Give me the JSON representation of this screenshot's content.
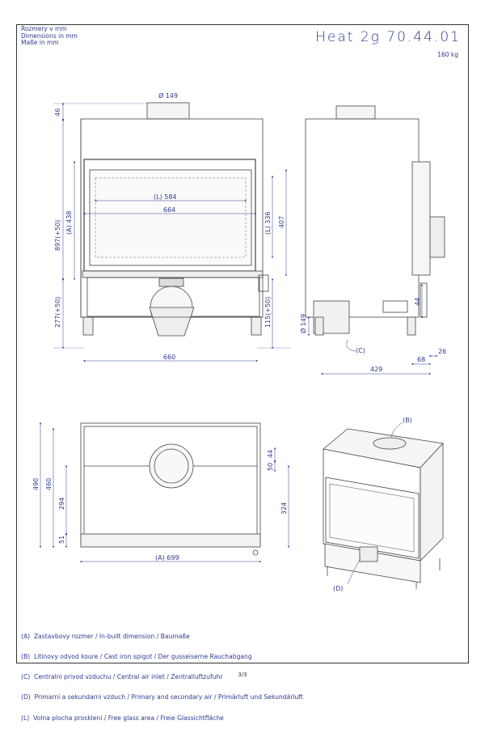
{
  "header": {
    "units_cs": "Rozmery v mm",
    "units_en": "Dimensions in mm",
    "units_de": "Maße in mm",
    "title": "Heat 2g 70.44.01",
    "weight": "160 kg"
  },
  "front_view": {
    "top_flue_dia": "Ø 149",
    "dim_46": "46",
    "dim_897": "897(+50)",
    "dim_438": "(A) 438",
    "dim_277": "277(+50)",
    "dim_584": "(L) 584",
    "dim_664": "664",
    "dim_336": "(L) 336",
    "dim_407": "407",
    "dim_115": "115(+50)",
    "dim_660": "660"
  },
  "side_view": {
    "air_dia": "Ø 149",
    "label_c": "(C)",
    "dim_44": "44",
    "dim_26": "26",
    "dim_68": "68",
    "dim_429": "429"
  },
  "plan_view": {
    "dim_490": "490",
    "dim_460": "460",
    "dim_294": "294",
    "dim_51": "51",
    "dim_44": "44",
    "dim_50": "50",
    "dim_324": "324",
    "dim_699": "(A) 699"
  },
  "iso_view": {
    "label_b": "(B)",
    "label_d": "(D)"
  },
  "legend": [
    "(A)  Zastavbovy rozmer / In-built dimension / Baumaße",
    "(B)  Litinovy odvod koure / Cast iron spigot / Der gusseiserne Rauchabgang",
    "(C)  Centralni privod vzduchu / Central air inlet / Zentralluftzufuhr",
    "(D)  Primarni a sekundarni vzduch / Primary and secondary air / Primärluft und Sekundärluft",
    "(L)  Volna plocha proskleni / Free glass area / Freie Glassichtfläche"
  ],
  "page_number": "3/3"
}
